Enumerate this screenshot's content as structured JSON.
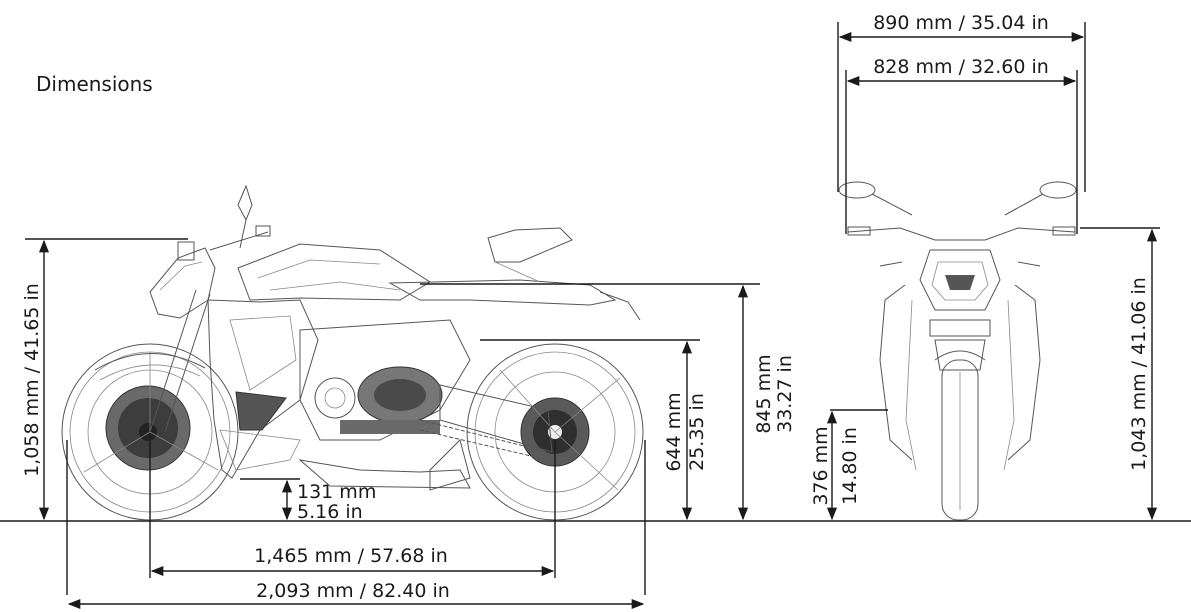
{
  "title": "Dimensions",
  "dimensions": {
    "overall_length": "2,093 mm / 82.40 in",
    "wheelbase": "1,465 mm / 57.68 in",
    "overall_height_side": "1,058 mm / 41.65 in",
    "ground_clearance_mm": "131 mm",
    "ground_clearance_in": "5.16 in",
    "passenger_seat_height_mm": "644 mm",
    "passenger_seat_height_in": "25.35 in",
    "seat_height_mm": "845 mm",
    "seat_height_in": "33.27 in",
    "mirror_width": "890 mm / 35.04 in",
    "handlebar_width": "828 mm / 32.60 in",
    "footpeg_height_mm": "376 mm",
    "footpeg_height_in": "14.80 in",
    "overall_height_front": "1,043 mm / 41.06 in"
  },
  "colors": {
    "line": "#1a1a1a",
    "background": "#ffffff"
  }
}
